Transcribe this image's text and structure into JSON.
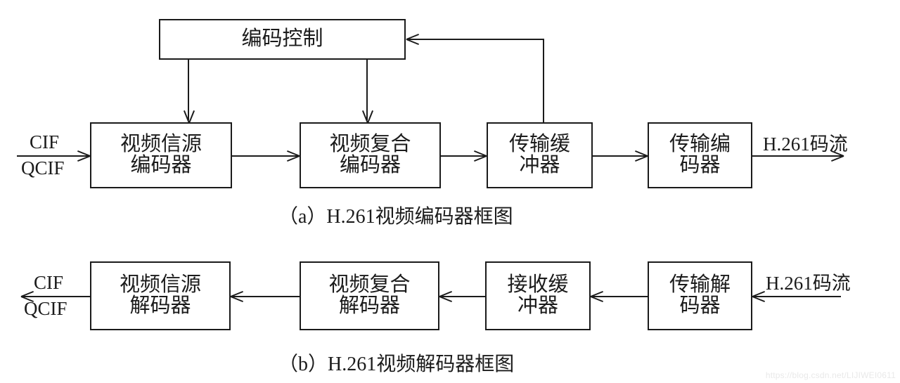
{
  "figure": {
    "title_a": "（a）H.261视频编码器框图",
    "title_b": "（b）H.261视频解码器框图",
    "watermark": "https://blog.csdn.net/LIJIWEI0611",
    "line_color": "#1b1b1b",
    "background": "#ffffff"
  },
  "encoder": {
    "control_block": {
      "line1": "编码控制"
    },
    "blocks": [
      {
        "line1": "视频信源",
        "line2": "编码器"
      },
      {
        "line1": "视频复合",
        "line2": "编码器"
      },
      {
        "line1": "传输缓",
        "line2": "冲器"
      },
      {
        "line1": "传输编",
        "line2": "码器"
      }
    ],
    "input_top": "CIF",
    "input_bottom": "QCIF",
    "output": "H.261码流"
  },
  "decoder": {
    "blocks": [
      {
        "line1": "视频信源",
        "line2": "解码器"
      },
      {
        "line1": "视频复合",
        "line2": "解码器"
      },
      {
        "line1": "接收缓",
        "line2": "冲器"
      },
      {
        "line1": "传输解",
        "line2": "码器"
      }
    ],
    "output_top": "CIF",
    "output_bottom": "QCIF",
    "input": "H.261码流"
  }
}
